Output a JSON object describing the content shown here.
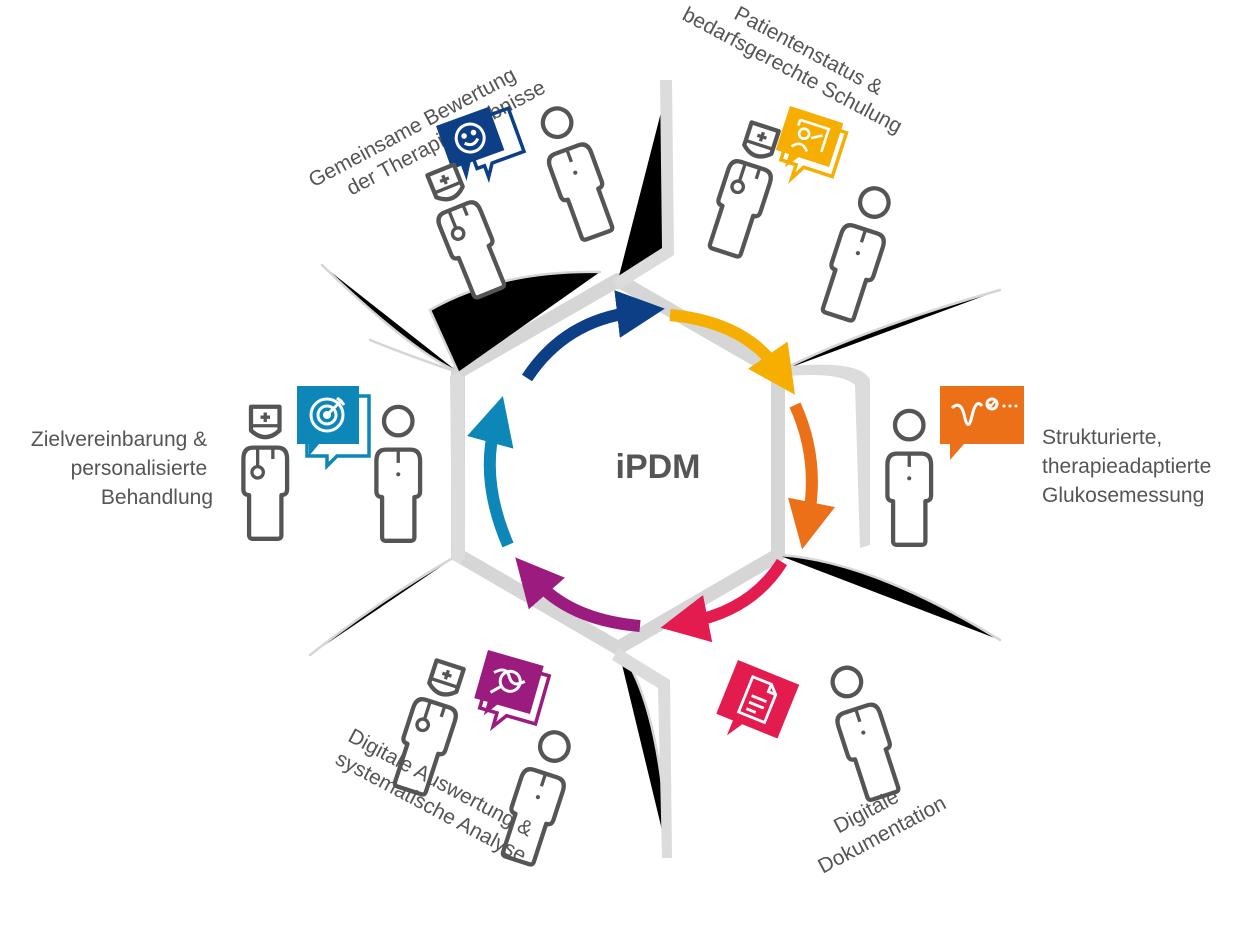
{
  "center_label": "iPDM",
  "colors": {
    "navy": "#0d3f86",
    "yellow": "#f6ae00",
    "orange": "#eb7018",
    "red": "#e31b4f",
    "purple": "#9c1b7e",
    "blue": "#0c87b8",
    "outline": "#555555",
    "divider": "#d6d6d6"
  },
  "segments": [
    {
      "id": "review",
      "lines": [
        "Gemeinsame Bewertung",
        "der Therapieergebnisse"
      ],
      "bubble_color": "#0d3f86",
      "bubble_icon": "smiley-icon"
    },
    {
      "id": "status",
      "lines": [
        "Patientenstatus &",
        "bedarfsgerechte Schulung"
      ],
      "bubble_color": "#f6ae00",
      "bubble_icon": "training-board-icon"
    },
    {
      "id": "glucose",
      "lines": [
        "Strukturierte,",
        "therapieadaptierte",
        "Glukosemessung"
      ],
      "bubble_color": "#eb7018",
      "bubble_icon": "glucose-curve-icon"
    },
    {
      "id": "documentation",
      "lines": [
        "Digitale",
        "Dokumentation"
      ],
      "bubble_color": "#e31b4f",
      "bubble_icon": "document-icon"
    },
    {
      "id": "analysis",
      "lines": [
        "Digitale Auswertung &",
        "systematische Analyse"
      ],
      "bubble_color": "#9c1b7e",
      "bubble_icon": "analysis-magnifier-icon"
    },
    {
      "id": "goals",
      "lines": [
        "Zielvereinbarung &",
        "personalisierte",
        "Behandlung"
      ],
      "bubble_color": "#0c87b8",
      "bubble_icon": "target-icon"
    }
  ]
}
